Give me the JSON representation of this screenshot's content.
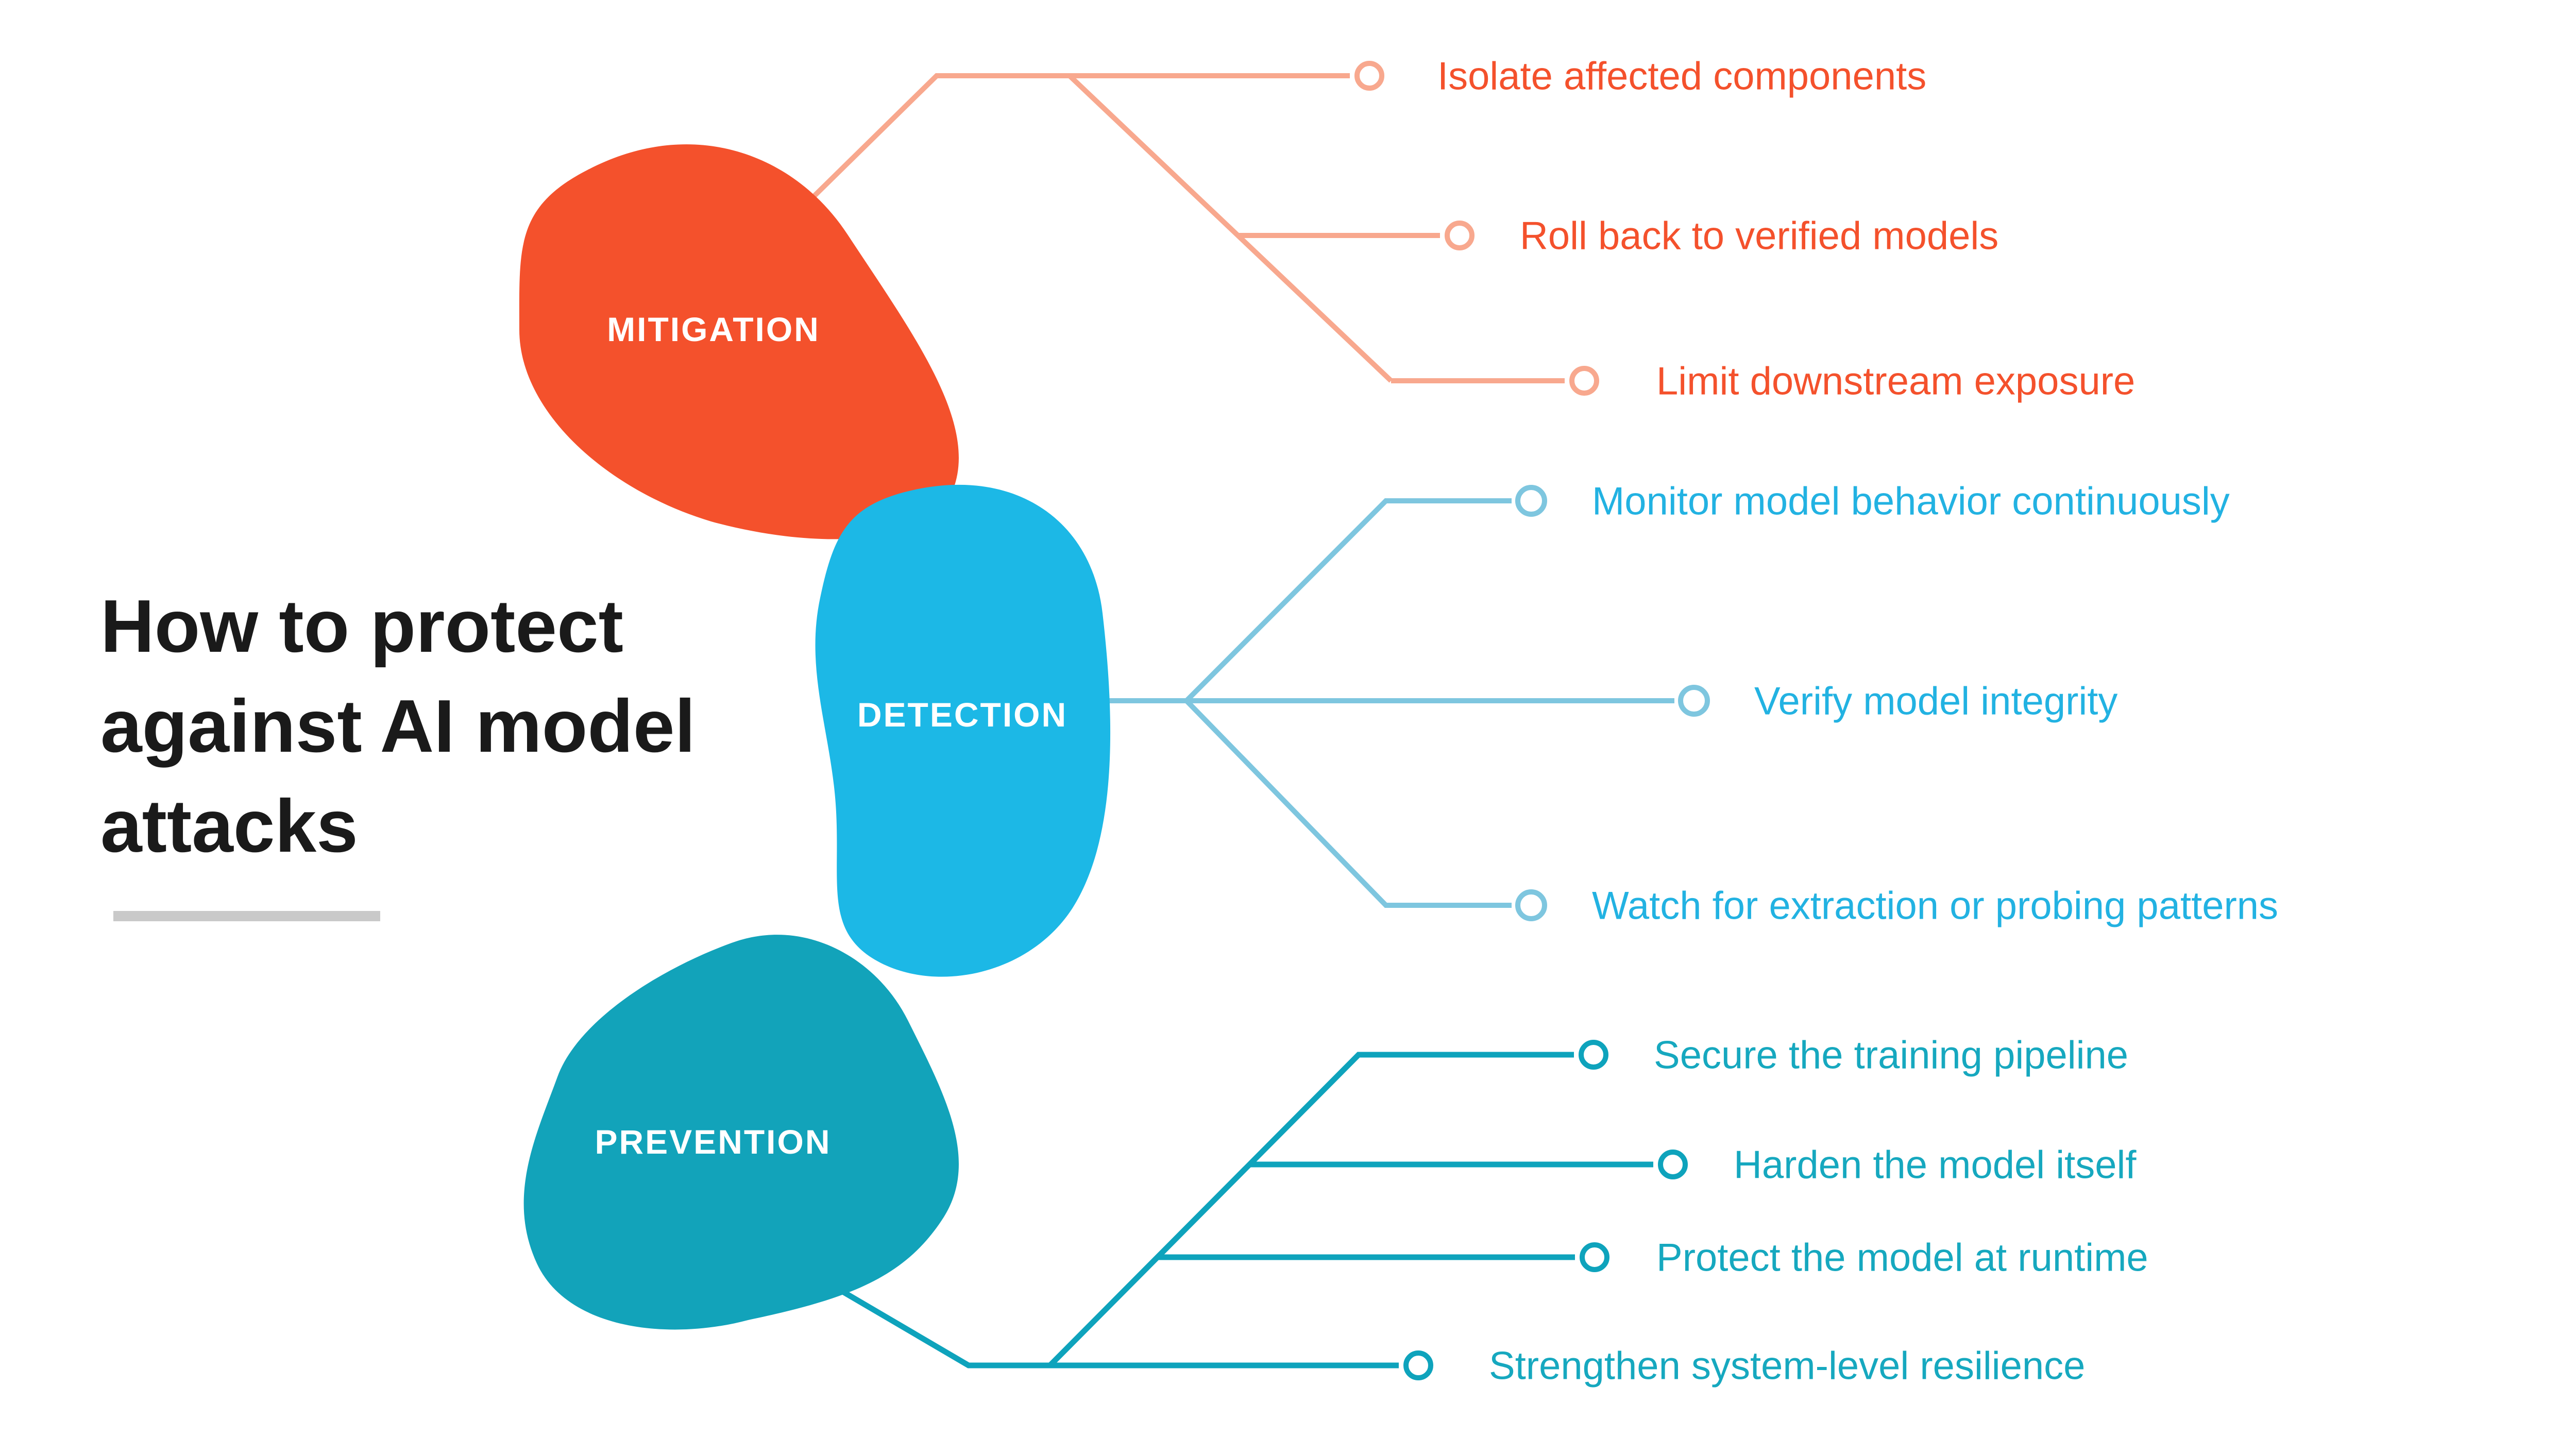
{
  "page": {
    "background_color": "#ffffff"
  },
  "title": {
    "lines": [
      "How to protect",
      "against AI model",
      "attacks"
    ],
    "color": "#1a1a1a",
    "divider_color": "#c9c9c9"
  },
  "branches": [
    {
      "id": "mitigation",
      "label": "MITIGATION",
      "label_color": "#ffffff",
      "blob_color": "#f4512c",
      "line_color": "#f8a88e",
      "text_color": "#f4512c",
      "items": [
        "Isolate affected components",
        "Roll back to verified models",
        "Limit downstream exposure"
      ]
    },
    {
      "id": "detection",
      "label": "DETECTION",
      "label_color": "#ffffff",
      "blob_color": "#1cb8e6",
      "line_color": "#7ec6df",
      "text_color": "#22b2e2",
      "items": [
        "Monitor model behavior continuously",
        "Verify model integrity",
        "Watch for extraction or probing patterns"
      ]
    },
    {
      "id": "prevention",
      "label": "PREVENTION",
      "label_color": "#ffffff",
      "blob_color": "#12a3ba",
      "line_color": "#0ea3bc",
      "text_color": "#16a8bf",
      "items": [
        "Secure the training pipeline",
        "Harden the model itself",
        "Protect the model at runtime",
        "Strengthen system-level resilience"
      ]
    }
  ]
}
